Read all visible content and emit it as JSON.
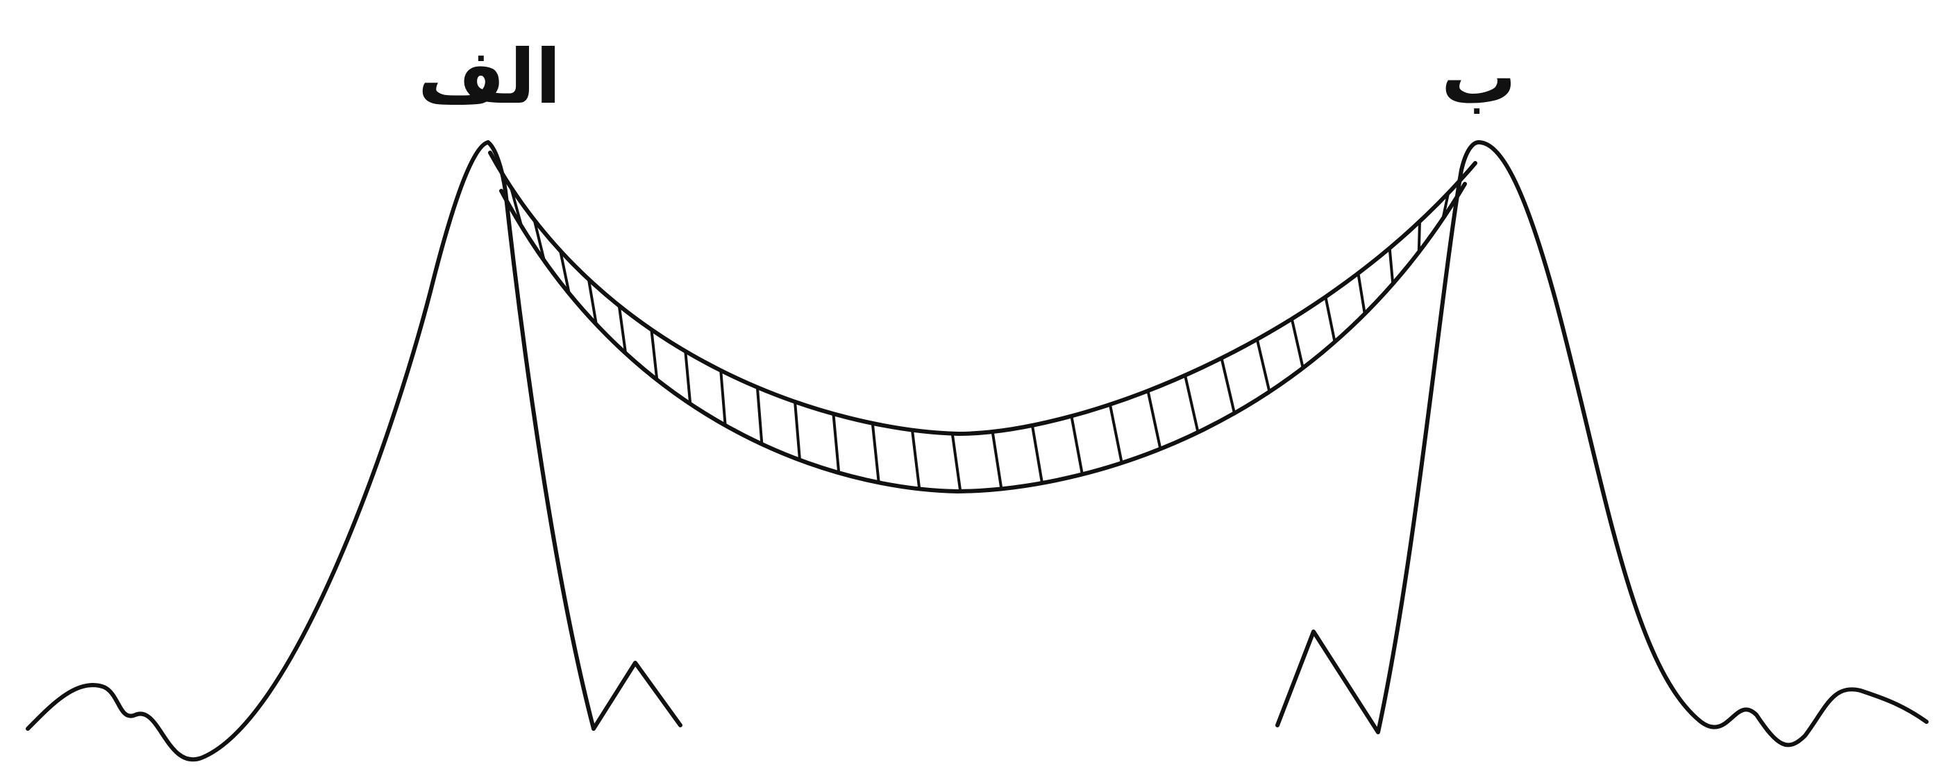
{
  "labels": {
    "peak_left": "الف",
    "peak_right": "ب"
  },
  "colors": {
    "stroke": "#111111",
    "background": "#ffffff"
  },
  "bridge": {
    "plank_count": 28
  }
}
